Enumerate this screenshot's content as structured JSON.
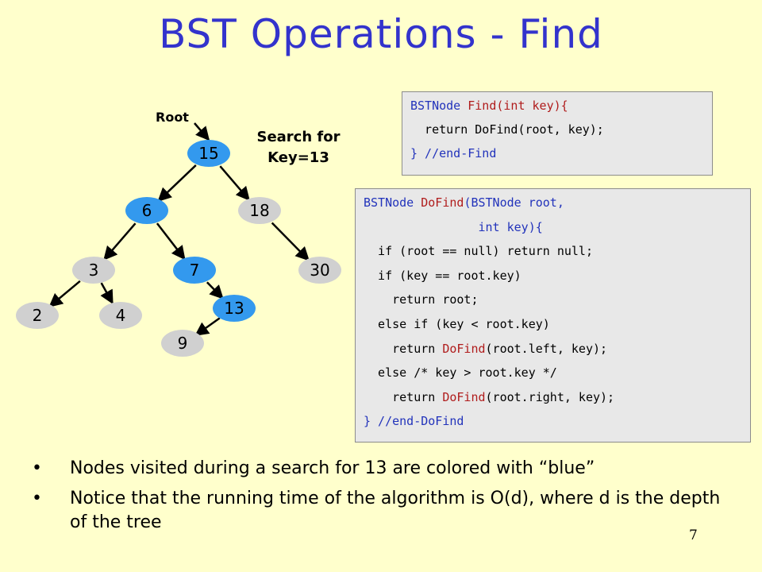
{
  "title": "BST Operations - Find",
  "root_label": "Root",
  "search_label_line1": "Search for",
  "search_label_line2": "Key=13",
  "colors": {
    "visited_node": "#3399ee",
    "unvisited_node": "#d0d0d0",
    "background": "#ffffcc",
    "title": "#3333cc"
  },
  "tree": {
    "nodes": [
      {
        "id": "n15",
        "value": "15",
        "visited": true
      },
      {
        "id": "n6",
        "value": "6",
        "visited": true
      },
      {
        "id": "n18",
        "value": "18",
        "visited": false
      },
      {
        "id": "n3",
        "value": "3",
        "visited": false
      },
      {
        "id": "n7",
        "value": "7",
        "visited": true
      },
      {
        "id": "n30",
        "value": "30",
        "visited": false
      },
      {
        "id": "n2",
        "value": "2",
        "visited": false
      },
      {
        "id": "n4",
        "value": "4",
        "visited": false
      },
      {
        "id": "n13",
        "value": "13",
        "visited": true
      },
      {
        "id": "n9",
        "value": "9",
        "visited": false
      }
    ],
    "edges": [
      [
        "n15",
        "n6"
      ],
      [
        "n15",
        "n18"
      ],
      [
        "n6",
        "n3"
      ],
      [
        "n6",
        "n7"
      ],
      [
        "n18",
        "n30"
      ],
      [
        "n3",
        "n2"
      ],
      [
        "n3",
        "n4"
      ],
      [
        "n7",
        "n13"
      ],
      [
        "n13",
        "n9"
      ]
    ]
  },
  "code_find": [
    [
      {
        "t": "BSTNode ",
        "c": "blue"
      },
      {
        "t": "Find(int key){",
        "c": "red"
      }
    ],
    [
      {
        "t": "  return DoFind(root, key);",
        "c": "black"
      }
    ],
    [
      {
        "t": "} //end-Find",
        "c": "blue"
      }
    ]
  ],
  "code_dofind": [
    [
      {
        "t": "BSTNode ",
        "c": "blue"
      },
      {
        "t": "DoFind",
        "c": "red"
      },
      {
        "t": "(BSTNode root,",
        "c": "blue"
      }
    ],
    [
      {
        "t": "                int key){",
        "c": "blue"
      }
    ],
    [
      {
        "t": "  if (root == null) return null;",
        "c": "black"
      }
    ],
    [
      {
        "t": "  if (key == root.key)",
        "c": "black"
      }
    ],
    [
      {
        "t": "    return root;",
        "c": "black"
      }
    ],
    [
      {
        "t": "  else if (key < root.key)",
        "c": "black"
      }
    ],
    [
      {
        "t": "    return ",
        "c": "black"
      },
      {
        "t": "DoFind",
        "c": "red"
      },
      {
        "t": "(root.left, key);",
        "c": "black"
      }
    ],
    [
      {
        "t": "  else /* key > root.key */",
        "c": "black"
      }
    ],
    [
      {
        "t": "    return ",
        "c": "black"
      },
      {
        "t": "DoFind",
        "c": "red"
      },
      {
        "t": "(root.right, key);",
        "c": "black"
      }
    ],
    [
      {
        "t": "} //end-DoFind",
        "c": "blue"
      }
    ]
  ],
  "bullets": [
    {
      "bullet": "•",
      "text": "Nodes visited during a search for 13 are colored with “blue”"
    },
    {
      "bullet": "•",
      "text": "Notice that the running time of the algorithm is O(d), where d is the depth of the tree"
    }
  ],
  "page_number": "7"
}
